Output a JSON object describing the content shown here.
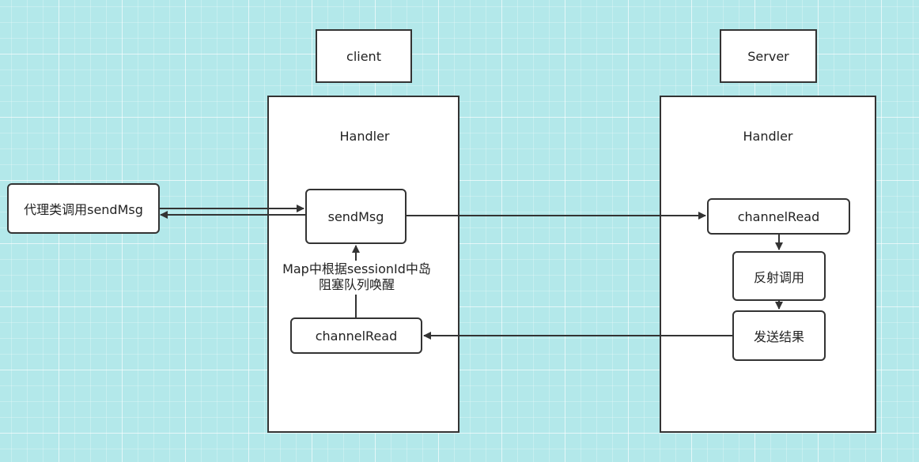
{
  "client": {
    "title": "client",
    "handler_label": "Handler",
    "send_msg": "sendMsg",
    "channel_read": "channelRead",
    "map_note_line1": "Map中根据sessionId中岛",
    "map_note_line2": "阻塞队列唤醒"
  },
  "server": {
    "title": "Server",
    "handler_label": "Handler",
    "channel_read": "channelRead",
    "reflect_call": "反射调用",
    "send_result": "发送结果"
  },
  "proxy": {
    "label": "代理类调用sendMsg"
  },
  "colors": {
    "background": "#b3e8ea",
    "stroke": "#333333",
    "fill": "#ffffff"
  }
}
